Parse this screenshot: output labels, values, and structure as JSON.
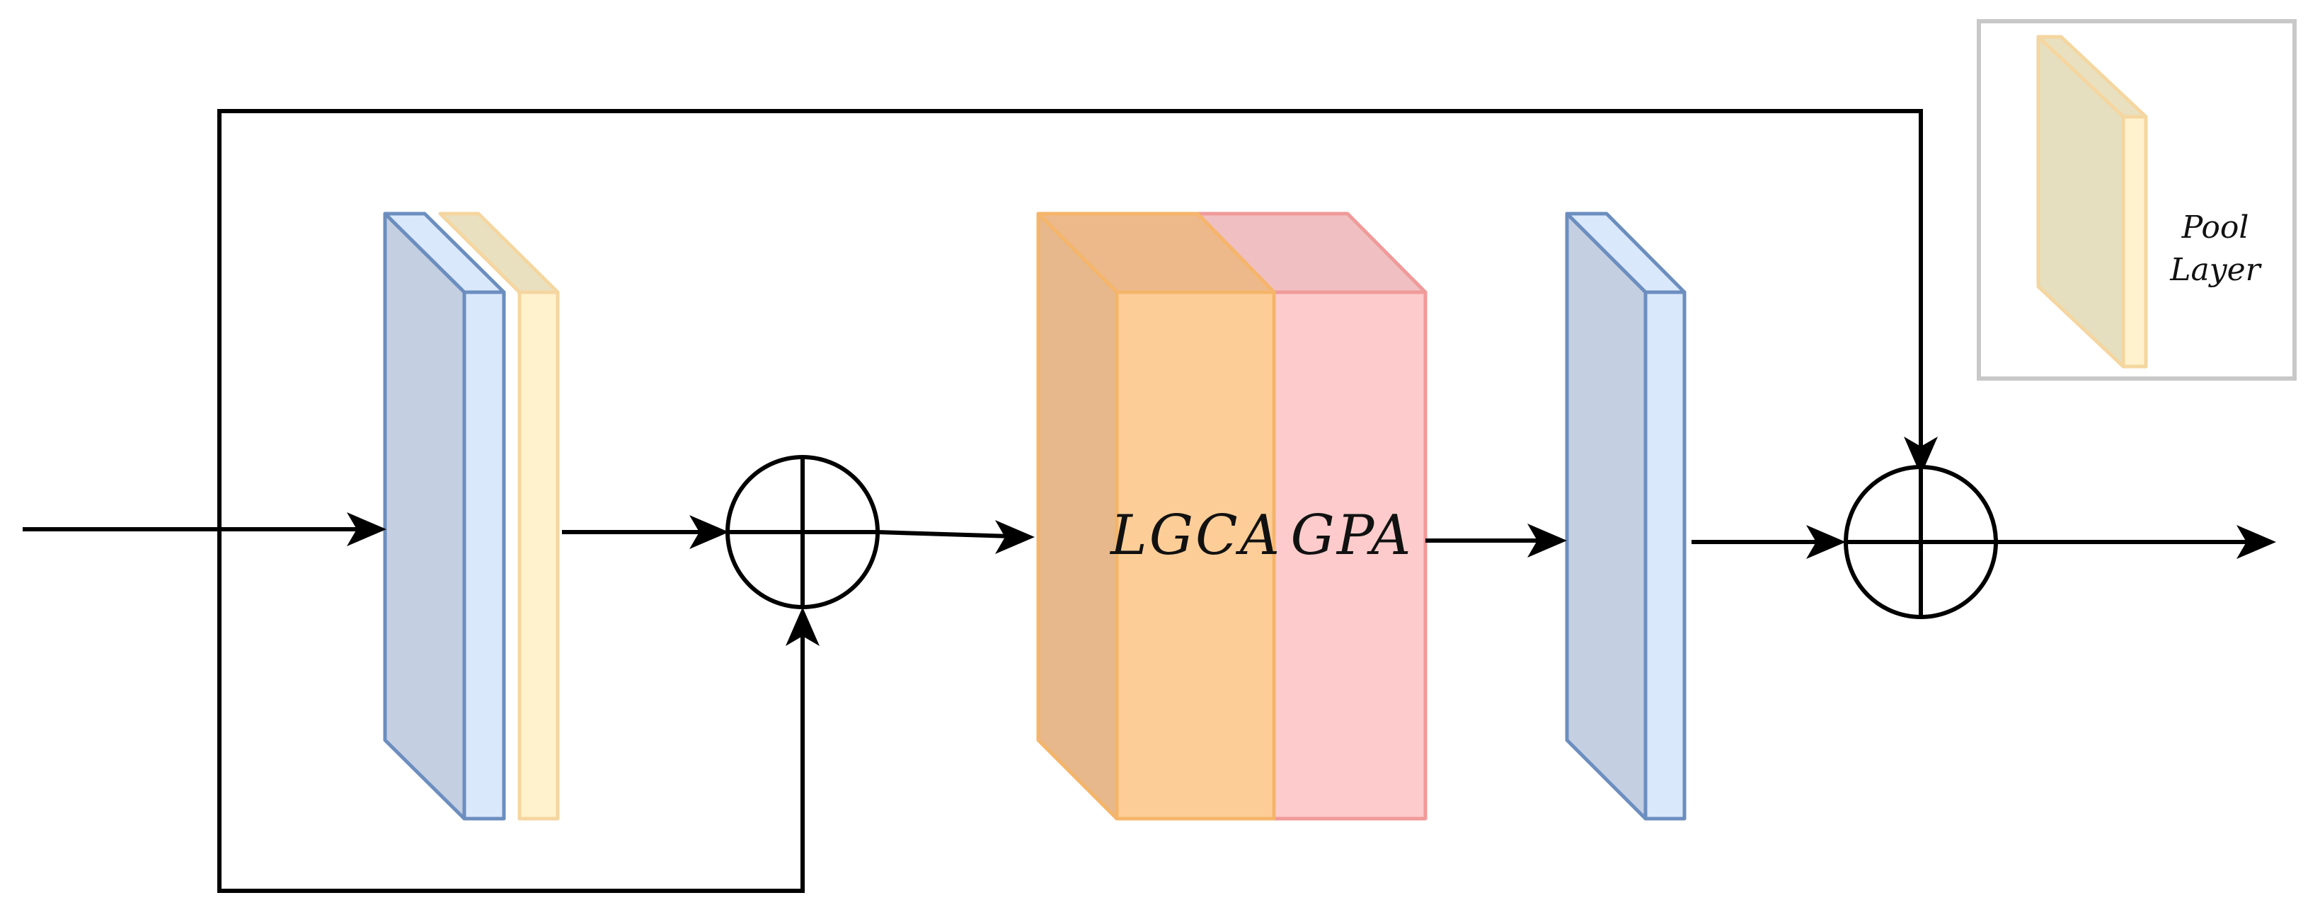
{
  "labels": {
    "lgca": "LGCA",
    "gpa": "GPA"
  },
  "legend": {
    "line1": "Pool",
    "line2": "Layer"
  },
  "colors": {
    "line": "#000000",
    "conv_face": "#dae8fc",
    "conv_side": "#c4cfe2",
    "conv_stroke": "#6c8ebf",
    "pool_face": "#fff2cc",
    "pool_side": "#e5dfc0",
    "pool_stroke": "#f5d6a0",
    "lgca_face": "#fdcd98",
    "lgca_side": "#e6b88c",
    "lgca_stroke": "#f5b56a",
    "gpa_face": "#fdcbcb",
    "gpa_side": "#f0bfc1",
    "gpa_stroke": "#f09a9a",
    "legend_border": "#c8c8c8"
  }
}
